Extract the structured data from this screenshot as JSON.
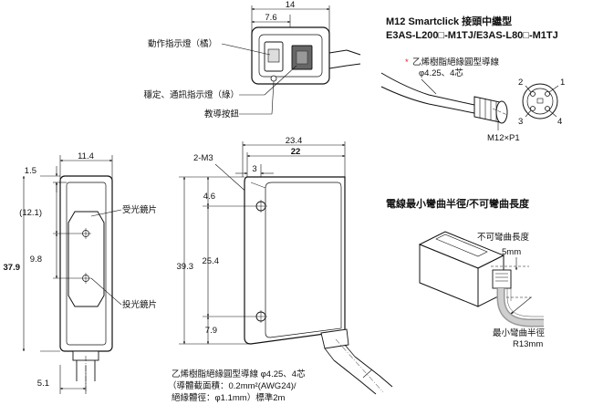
{
  "top_view": {
    "dims": {
      "width_total": "14",
      "width_inner": "7.6"
    },
    "labels": {
      "action_indicator": "動作指示燈（橘）",
      "stable_indicator": "穩定、通訊指示燈（綠）",
      "teach_button": "教導按鈕"
    }
  },
  "side_view": {
    "dims": {
      "width": "11.4",
      "top_offset": "1.5",
      "upper_lens": "(12.1)",
      "lens_gap": "9.8",
      "height": "37.9",
      "bottom_offset": "5.1"
    },
    "labels": {
      "receiver_lens": "受光鏡片",
      "emitter_lens": "投光鏡片"
    }
  },
  "front_view": {
    "dims": {
      "width_total": "23.4",
      "width_body": "22",
      "hole_offset": "3",
      "holes": "2-M3",
      "top_hole": "4.6",
      "hole_pitch": "25.4",
      "height": "39.3",
      "bottom_hole": "7.9"
    },
    "cable_note": [
      "乙烯樹脂絕緣圓型導線 φ4.25、4芯",
      "（導體截面積：0.2mm²(AWG24)/",
      "絕緣體徑：φ1.1mm）標準2m"
    ]
  },
  "connector": {
    "title": "M12 Smartclick 接頭中繼型",
    "models": "E3AS-L200□-M1TJ/E3AS-L80□-M1TJ",
    "star": "*",
    "cable_label": [
      "乙烯樹脂絕緣圓型導線",
      "φ4.25、4芯"
    ],
    "thread": "M12×P1",
    "pins": [
      "1",
      "2",
      "3",
      "4"
    ]
  },
  "bend": {
    "title": "電線最小彎曲半徑/不可彎曲長度",
    "no_bend_label": "不可彎曲長度",
    "no_bend_value": "5mm",
    "min_radius_label": "最小彎曲半徑",
    "min_radius_value": "R13mm"
  }
}
